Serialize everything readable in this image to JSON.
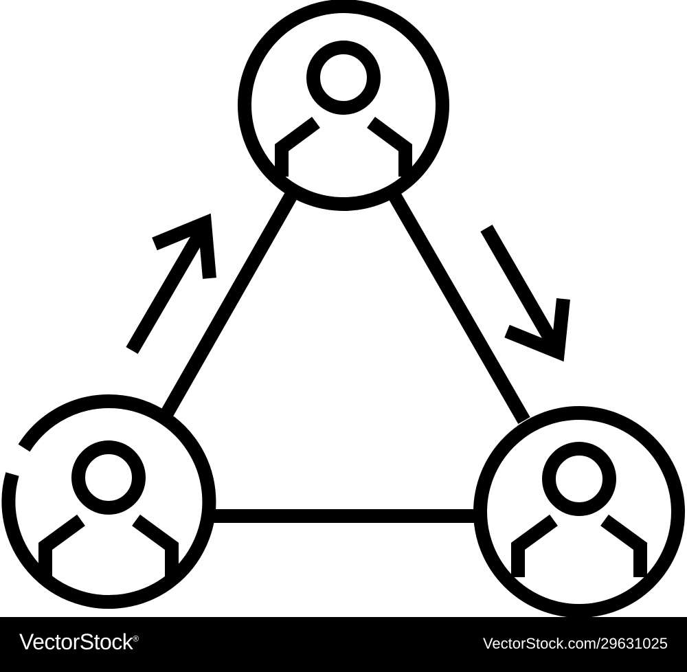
{
  "footer": {
    "brand": "VectorStock",
    "registered_mark": "®",
    "image_id": "VectorStock.com/29631025",
    "background": "#000000",
    "text_color": "#ffffff"
  },
  "icon": {
    "stroke_color": "#000000",
    "nodes": [
      "top-person-node",
      "left-person-node",
      "right-person-node"
    ],
    "arrows": [
      "arrow-up-right-icon",
      "arrow-down-right-icon"
    ]
  }
}
